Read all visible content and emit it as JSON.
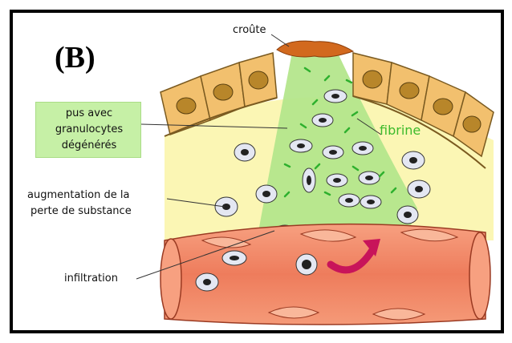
{
  "panel_letter": "(B)",
  "labels": {
    "crust": "croûte",
    "pus_line1": "pus avec",
    "pus_line2": "granulocytes",
    "pus_line3": "dégénérés",
    "fibrin": "fibrine",
    "loss_line1": "augmentation de la",
    "loss_line2": "perte de substance",
    "infiltration": "infiltration"
  },
  "colors": {
    "epithelium": "#f2c06e",
    "nucleus": "#b8862a",
    "crust": "#d2691e",
    "pus_zone": "#a8e07c",
    "tissue": "#fbf6b4",
    "vessel": "#f28c6a",
    "arrow": "#c8145a"
  }
}
